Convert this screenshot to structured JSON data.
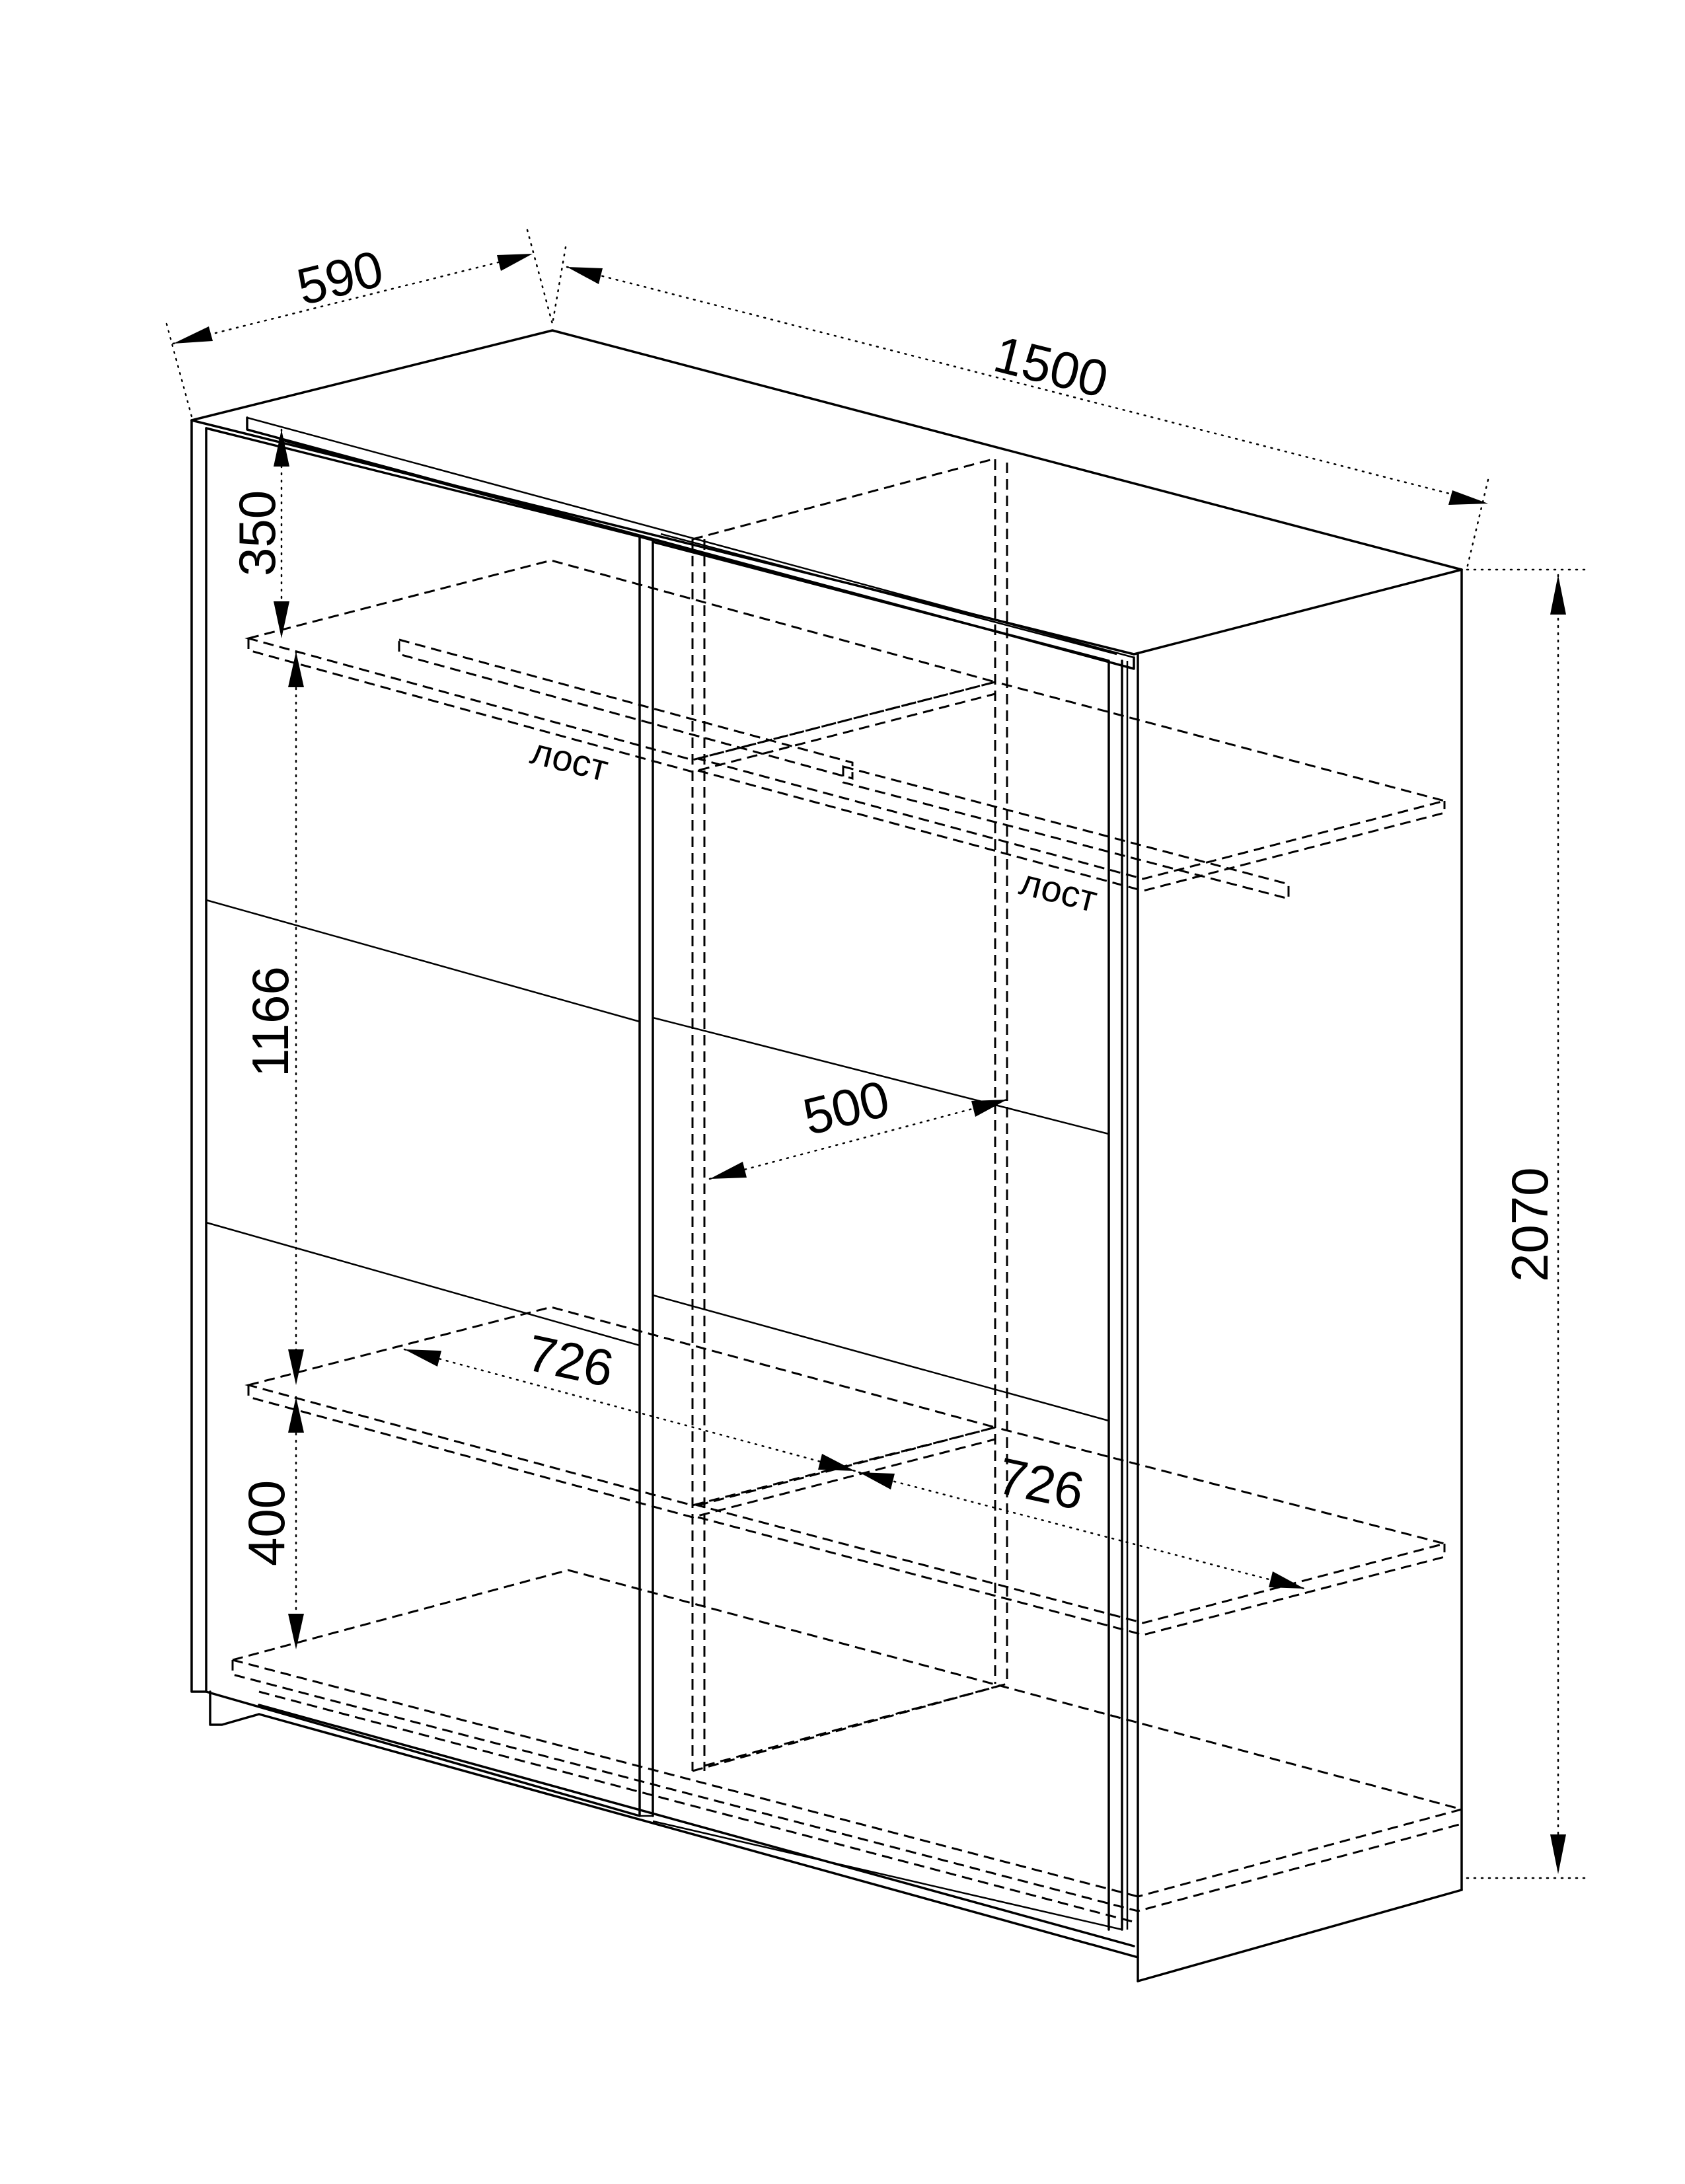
{
  "dimensions": {
    "depth": "590",
    "width": "1500",
    "height": "2070",
    "top_section": "350",
    "middle_section": "1166",
    "bottom_section": "400",
    "inner_depth": "500",
    "shelf_left": "726",
    "shelf_right": "726"
  },
  "labels": {
    "rod_left": "лост",
    "rod_right": "лост"
  }
}
